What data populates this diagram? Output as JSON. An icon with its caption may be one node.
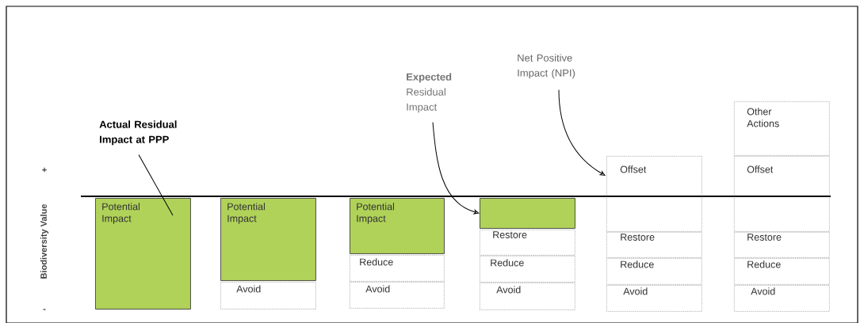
{
  "diagram": {
    "nodes": [
      {
        "text": [
          "Actual Residual Impact at PPP"
        ]
      },
      {
        "text": [
          "**Expected** Residual Impact"
        ]
      },
      {
        "text": [
          "Net Positive Impact (NPI)"
        ]
      },
      {
        "text": [
          "Potential Impact"
        ]
      },
      {
        "text": [
          "Potential Impact"
        ]
      },
      {
        "text": [
          "Avoid"
        ]
      },
      {
        "text": [
          "Potential Impact"
        ]
      },
      {
        "text": [
          "Reduce"
        ]
      },
      {
        "text": [
          "Avoid"
        ]
      },
      {
        "text": [],
        "shape": "box"
      },
      {
        "text": [
          "Restore"
        ]
      },
      {
        "text": [
          "Reduce"
        ]
      },
      {
        "text": [
          "Avoid"
        ]
      },
      {
        "text": [
          "Offset"
        ]
      },
      {
        "text": [
          "Restore"
        ]
      },
      {
        "text": [
          "Reduce"
        ]
      },
      {
        "text": [
          "Avoid"
        ]
      },
      {
        "text": [
          "Other Actions"
        ]
      },
      {
        "text": [
          "Offset"
        ]
      },
      {
        "text": [
          "Restore"
        ]
      },
      {
        "text": [
          "Reduce"
        ]
      },
      {
        "text": [
          "Avoid"
        ]
      }
    ],
    "edges": [
      {
        "from": 0,
        "to": 3,
        "arrow": "none"
      },
      {
        "from": 1,
        "to": 9,
        "arrow": "to"
      },
      {
        "from": 2,
        "to": 13,
        "arrow": "to"
      }
    ],
    "labels": [
      "+",
      "Biodiversity Value",
      "-"
    ]
  }
}
